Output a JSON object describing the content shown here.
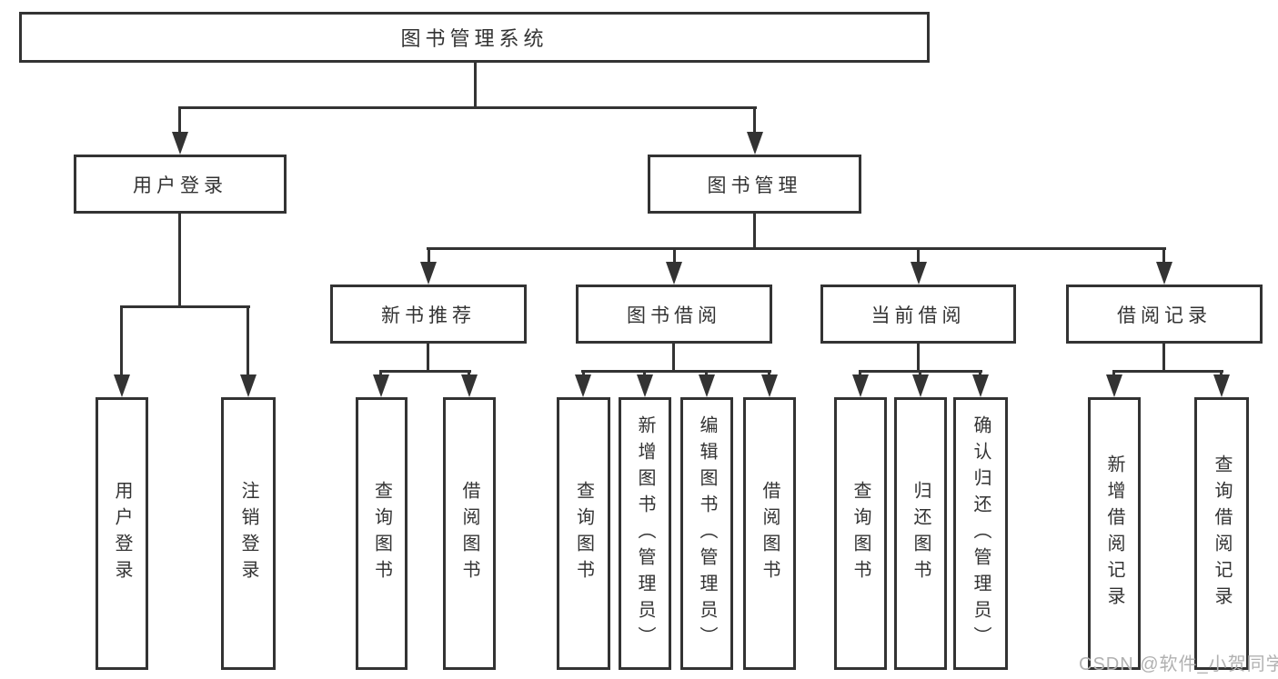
{
  "diagram": {
    "root": {
      "label": "图书管理系统"
    },
    "level2": [
      {
        "label": "用户登录"
      },
      {
        "label": "图书管理"
      }
    ],
    "level3": [
      {
        "label": "新书推荐"
      },
      {
        "label": "图书借阅"
      },
      {
        "label": "当前借阅"
      },
      {
        "label": "借阅记录"
      }
    ],
    "leaves": {
      "login": [
        "用户登录",
        "注销登录"
      ],
      "recommend": [
        "查询图书",
        "借阅图书"
      ],
      "borrow": [
        "查询图书",
        "新增图书（管理员）",
        "编辑图书（管理员）",
        "借阅图书"
      ],
      "current": [
        "查询图书",
        "归还图书",
        "确认归还（管理员）"
      ],
      "records": [
        "新增借阅记录",
        "查询借阅记录"
      ]
    }
  },
  "watermark": {
    "text": "CSDN @软件_小贺同学",
    "color": "#b1b1b1"
  },
  "colors": {
    "line": "#333333",
    "box_fill": "#ffffff",
    "background": "#ffffff"
  }
}
